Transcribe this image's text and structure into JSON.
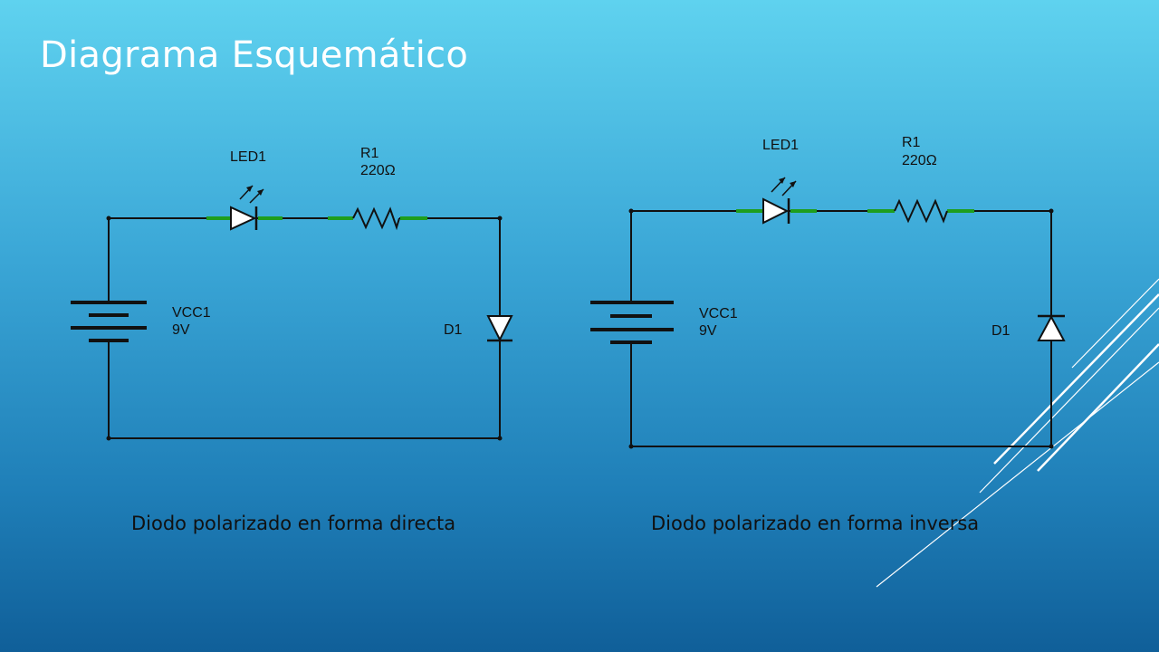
{
  "slide": {
    "title": "Diagrama Esquemático"
  },
  "circuits": [
    {
      "caption": "Diodo polarizado en forma directa",
      "led_label": "LED1",
      "resistor_label": "R1",
      "resistor_value": "220Ω",
      "source_label": "VCC1",
      "source_value": "9V",
      "diode_label": "D1",
      "diode_orientation": "forward"
    },
    {
      "caption": "Diodo polarizado en forma inversa",
      "led_label": "LED1",
      "resistor_label": "R1",
      "resistor_value": "220Ω",
      "source_label": "VCC1",
      "source_value": "9V",
      "diode_label": "D1",
      "diode_orientation": "reverse"
    }
  ],
  "colors": {
    "wire": "#111111",
    "pin": "#1e9e1e",
    "accent_lines": "#ffffff"
  }
}
